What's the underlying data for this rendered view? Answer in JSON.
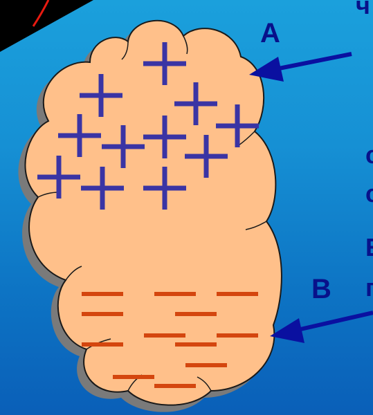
{
  "labels": {
    "a": "A",
    "b": "B"
  },
  "edge_text": {
    "line1": "ч",
    "line2": "с",
    "line3": "с",
    "line4": "Е",
    "line5": "п"
  },
  "colors": {
    "cloud_fill": "#ffc08a",
    "cloud_shadow": "#7a7a7a",
    "plus": "#3a34a4",
    "minus": "#d4460e",
    "arrow": "#0a10a0",
    "corner": "#000000",
    "corner_accent": "#e81a10"
  }
}
